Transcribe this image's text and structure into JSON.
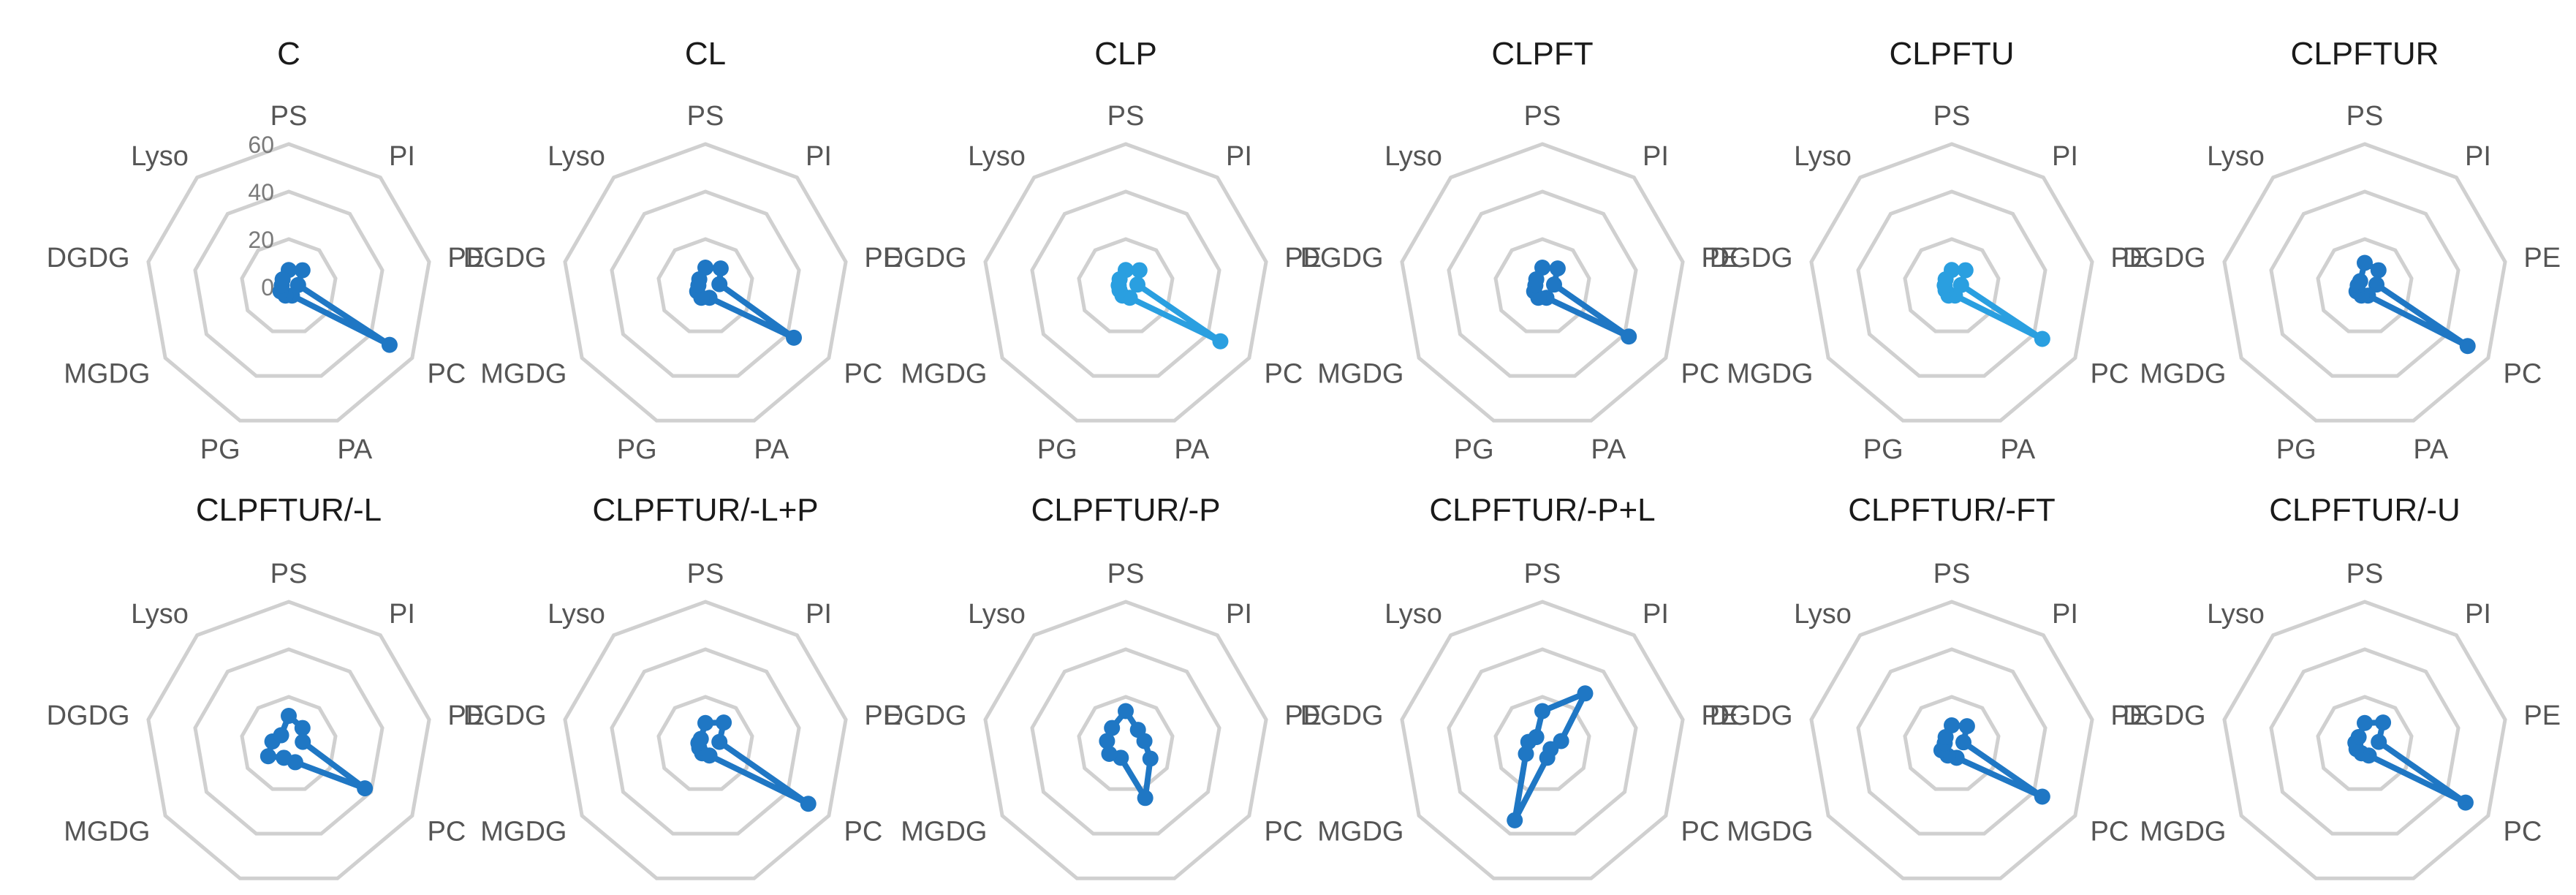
{
  "chart_data": [
    {
      "type": "radar",
      "title": "C",
      "axes": [
        "PS",
        "PI",
        "PE",
        "PC",
        "PA",
        "PG",
        "MGDG",
        "DGDG",
        "Lyso"
      ],
      "ticks": [
        "0",
        "20",
        "40",
        "60"
      ],
      "rmax": 60,
      "values": [
        7,
        9,
        4,
        49,
        4,
        4,
        4,
        3,
        4
      ],
      "color": "#1f77c4"
    },
    {
      "type": "radar",
      "title": "CL",
      "axes": [
        "PS",
        "PI",
        "PE",
        "PC",
        "PA",
        "PG",
        "MGDG",
        "DGDG",
        "Lyso"
      ],
      "rmax": 60,
      "values": [
        8,
        10,
        6,
        43,
        5,
        5,
        4,
        3,
        4
      ],
      "color": "#1f77c4"
    },
    {
      "type": "radar",
      "title": "CLP",
      "axes": [
        "PS",
        "PI",
        "PE",
        "PC",
        "PA",
        "PG",
        "MGDG",
        "DGDG",
        "Lyso"
      ],
      "rmax": 60,
      "values": [
        7,
        9,
        5,
        46,
        5,
        4,
        3,
        3,
        4
      ],
      "color": "#2a9fe0"
    },
    {
      "type": "radar",
      "title": "CLPFT",
      "axes": [
        "PS",
        "PI",
        "PE",
        "PC",
        "PA",
        "PG",
        "MGDG",
        "DGDG",
        "Lyso"
      ],
      "rmax": 60,
      "values": [
        8,
        10,
        5,
        42,
        5,
        5,
        4,
        3,
        4
      ],
      "color": "#1f77c4"
    },
    {
      "type": "radar",
      "title": "CLPFTU",
      "axes": [
        "PS",
        "PI",
        "PE",
        "PC",
        "PA",
        "PG",
        "MGDG",
        "DGDG",
        "Lyso"
      ],
      "rmax": 60,
      "values": [
        7,
        9,
        4,
        44,
        4,
        4,
        3,
        3,
        4
      ],
      "color": "#2a9fe0"
    },
    {
      "type": "radar",
      "title": "CLPFTUR",
      "axes": [
        "PS",
        "PI",
        "PE",
        "PC",
        "PA",
        "PG",
        "MGDG",
        "DGDG",
        "Lyso"
      ],
      "rmax": 60,
      "values": [
        10,
        9,
        5,
        50,
        4,
        4,
        4,
        3,
        3
      ],
      "color": "#1f77c4"
    },
    {
      "type": "radar",
      "title": "CLPFTUR/-L",
      "axes": [
        "PS",
        "PI",
        "PE",
        "PC",
        "PA",
        "PG",
        "MGDG",
        "DGDG",
        "Lyso"
      ],
      "rmax": 60,
      "values": [
        12,
        9,
        6,
        37,
        8,
        6,
        10,
        7,
        5
      ],
      "color": "#1f77c4"
    },
    {
      "type": "radar",
      "title": "CLPFTUR/-L+P",
      "axes": [
        "PS",
        "PI",
        "PE",
        "PC",
        "PA",
        "PG",
        "MGDG",
        "DGDG",
        "Lyso"
      ],
      "rmax": 60,
      "values": [
        9,
        12,
        6,
        50,
        5,
        4,
        3,
        3,
        3
      ],
      "color": "#1f77c4"
    },
    {
      "type": "radar",
      "title": "CLPFTUR/-P",
      "axes": [
        "PS",
        "PI",
        "PE",
        "PC",
        "PA",
        "PG",
        "MGDG",
        "DGDG",
        "Lyso"
      ],
      "rmax": 60,
      "values": [
        14,
        8,
        8,
        12,
        24,
        6,
        8,
        8,
        9
      ],
      "color": "#1f77c4"
    },
    {
      "type": "radar",
      "title": "CLPFTUR/-P+L",
      "axes": [
        "PS",
        "PI",
        "PE",
        "PC",
        "PA",
        "PG",
        "MGDG",
        "DGDG",
        "Lyso"
      ],
      "rmax": 60,
      "values": [
        14,
        28,
        8,
        4,
        6,
        34,
        8,
        6,
        4
      ],
      "color": "#1f77c4"
    },
    {
      "type": "radar",
      "title": "CLPFTUR/-FT",
      "axes": [
        "PS",
        "PI",
        "PE",
        "PC",
        "PA",
        "PG",
        "MGDG",
        "DGDG",
        "Lyso"
      ],
      "rmax": 60,
      "values": [
        8,
        10,
        5,
        44,
        6,
        5,
        5,
        3,
        4
      ],
      "color": "#1f77c4"
    },
    {
      "type": "radar",
      "title": "CLPFTUR/-U",
      "axes": [
        "PS",
        "PI",
        "PE",
        "PC",
        "PA",
        "PG",
        "MGDG",
        "DGDG",
        "Lyso"
      ],
      "rmax": 60,
      "values": [
        9,
        12,
        6,
        49,
        5,
        4,
        4,
        4,
        4
      ],
      "color": "#1f77c4"
    }
  ],
  "colors": {
    "grid": "#d0d0d0",
    "axis_text": "#555555",
    "title_text": "#1a1a1a"
  }
}
